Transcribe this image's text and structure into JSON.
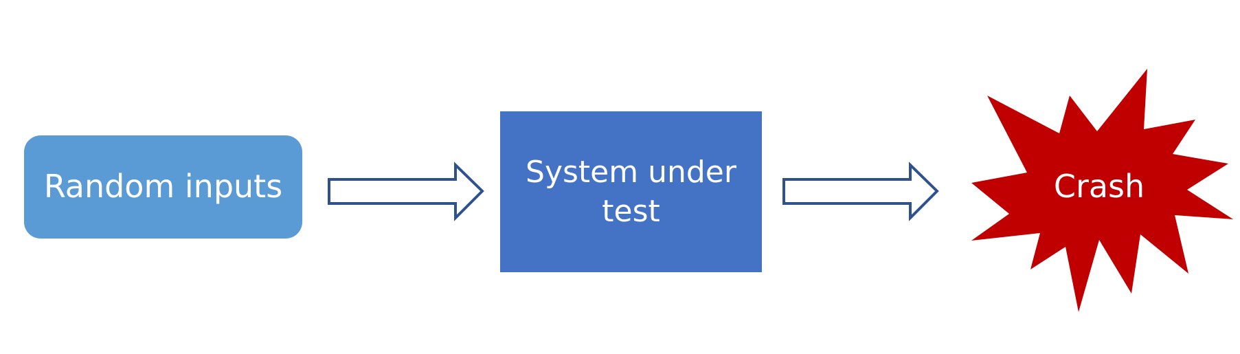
{
  "diagram": {
    "nodes": [
      {
        "id": "input",
        "label": "Random inputs",
        "shape": "rounded-rectangle",
        "fill": "#5B9BD5"
      },
      {
        "id": "system",
        "label": "System under test",
        "shape": "rectangle",
        "fill": "#4472C4"
      },
      {
        "id": "crash",
        "label": "Crash",
        "shape": "explosion-burst",
        "fill": "#C00000"
      }
    ],
    "edges": [
      {
        "from": "input",
        "to": "system",
        "style": "hollow block arrow",
        "stroke": "#2F528F"
      },
      {
        "from": "system",
        "to": "crash",
        "style": "hollow block arrow",
        "stroke": "#2F528F"
      }
    ]
  }
}
